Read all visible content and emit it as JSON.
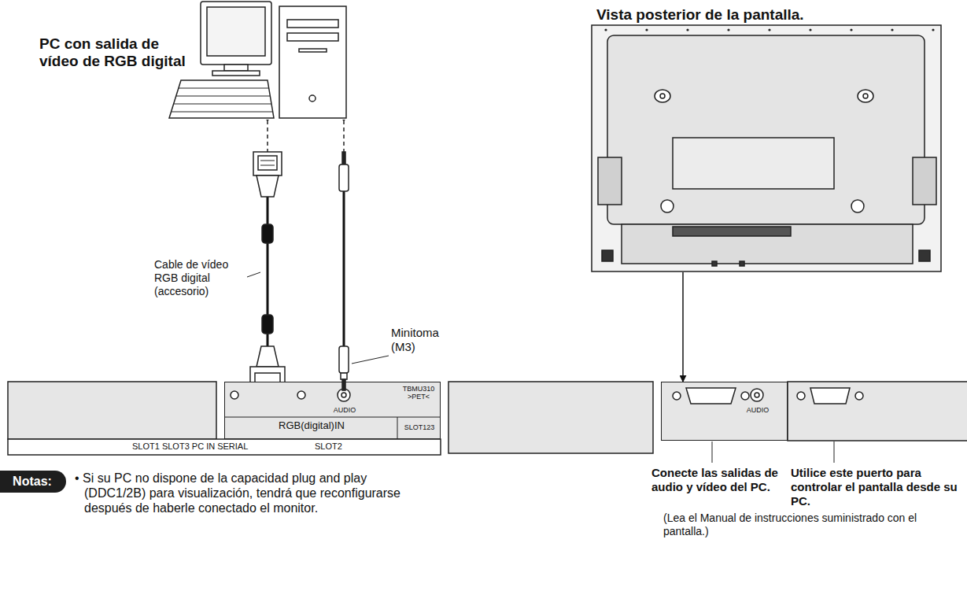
{
  "diagram": {
    "nodes": [
      {
        "text": [
          "PC con salida de vídeo de RGB digital"
        ]
      },
      {
        "text": [
          "Vista posterior de la pantalla."
        ]
      },
      {
        "text": [
          "TBMU310 >PET<",
          "AUDIO",
          "RGB(digital)IN",
          "SLOT123"
        ]
      },
      {
        "text": [
          "AUDIO"
        ]
      },
      {
        "text": [
          "Notas:"
        ]
      }
    ],
    "edges": [
      {
        "from": 0,
        "to": 2,
        "arrow": "none"
      },
      {
        "from": 0,
        "to": 2,
        "arrow": "none"
      },
      {
        "from": 1,
        "to": 3,
        "arrow": "to"
      }
    ],
    "labels": [
      "Cable de vídeo RGB digital (accesorio)",
      "Minitoma (M3)",
      "SLOT1 SLOT3 PC IN SERIAL",
      "SLOT2",
      "Conecte las salidas de audio y vídeo del PC.",
      "Utilice este puerto para controlar el pantalla desde su PC.",
      "(Lea el Manual de instrucciones suministrado con el pantalla.)",
      "• Si su PC no dispone de la capacidad plug and play (DDC1/2B) para visualización, tendrá que reconfigurarse después de haberle conectado el monitor."
    ]
  }
}
